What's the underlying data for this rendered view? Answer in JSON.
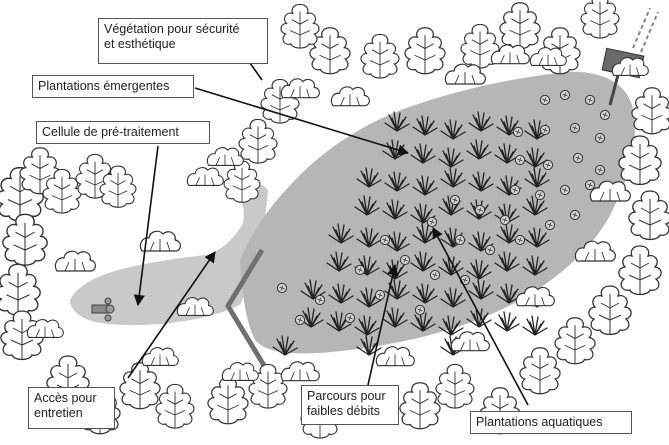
{
  "labels": {
    "vegetation": "Végétation pour sécurité\net esthétique",
    "emergentes": "Plantations émergentes",
    "cellule": "Cellule de pré-traitement",
    "acces": "Accès pour\nentretien",
    "parcours": "Parcours pour\nfaibles débits",
    "aquatiques": "Plantations aquatiques"
  },
  "colors": {
    "pond": "#b6b6b6",
    "pond_dark": "#a9a9a9",
    "forebay": "#c9c9c9",
    "berm": "#707070",
    "tree_fill": "#ffffff",
    "tree_stroke": "#333333",
    "sign": "#6a6a6a"
  },
  "icons": [
    "tree-icon",
    "shrub-icon",
    "reed-clump-icon",
    "lily-pad-icon",
    "sign-icon",
    "pipe-icon"
  ]
}
